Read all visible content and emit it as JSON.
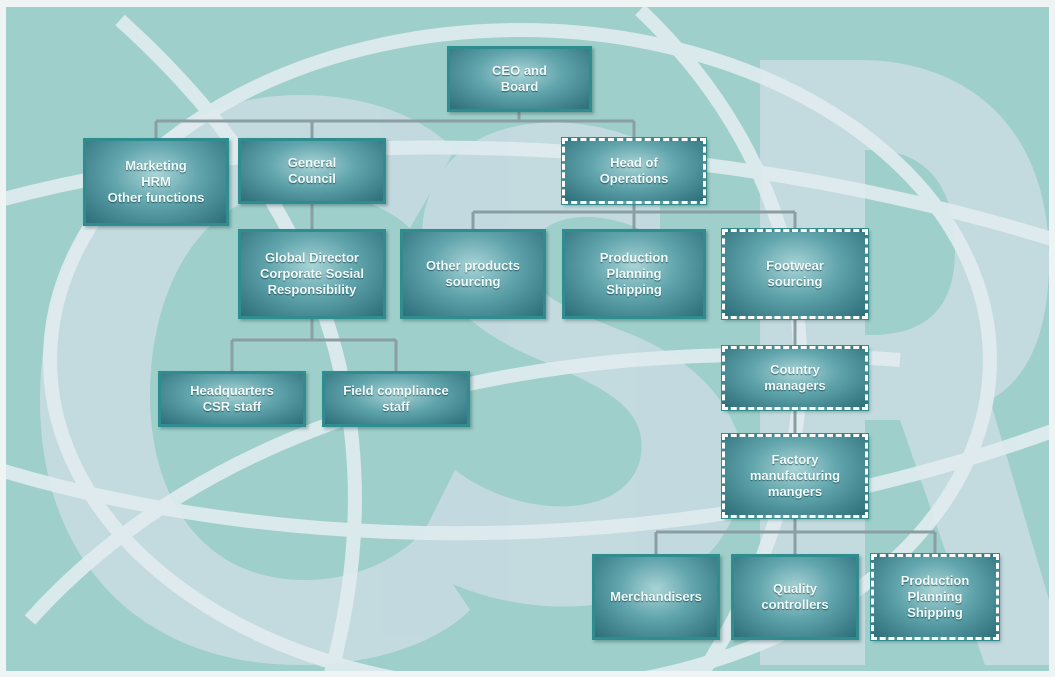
{
  "background": {
    "watermark_text": "CSR",
    "colors": {
      "teal": "#9fcfcb",
      "watermark": "#c9dde3",
      "frame": "#eef3f3"
    }
  },
  "org_chart": {
    "ceo": "CEO and\nBoard",
    "marketing": "Marketing\nHRM\nOther functions",
    "general_council": "General\nCouncil",
    "head_of_operations": "Head of\nOperations",
    "global_director": "Global Director\nCorporate Sosial\nResponsibility",
    "other_products": "Other products\nsourcing",
    "production_planning_1": "Production\nPlanning\nShipping",
    "footwear": "Footwear\nsourcing",
    "hq_csr_staff": "Headquarters\nCSR staff",
    "field_compliance": "Field compliance\nstaff",
    "country_managers": "Country\nmanagers",
    "factory_managers": "Factory\nmanufacturing\nmangers",
    "merchandisers": "Merchandisers",
    "quality_controllers": "Quality\ncontrollers",
    "production_planning_2": "Production\nPlanning\nShipping"
  },
  "colors": {
    "box_border": "#2f8c8f",
    "dashed_border": "#ffffff",
    "connector": "#8a9ea3"
  }
}
